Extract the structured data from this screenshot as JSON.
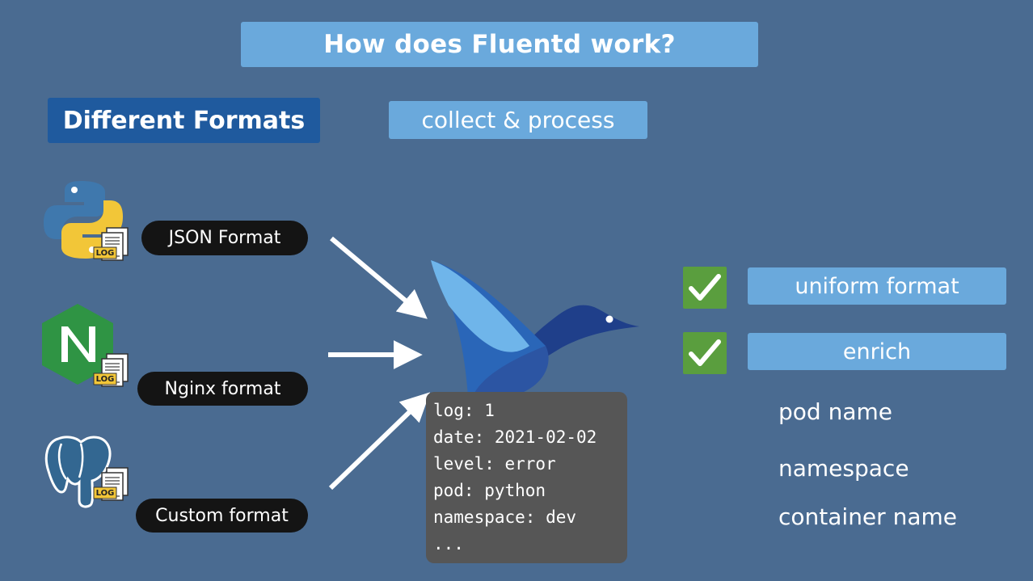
{
  "header": {
    "title": "How does Fluentd work?"
  },
  "left": {
    "heading": "Different Formats",
    "sources": [
      {
        "icon": "python-log-icon",
        "label": "JSON Format"
      },
      {
        "icon": "nginx-log-icon",
        "label": "Nginx format"
      },
      {
        "icon": "postgresql-log-icon",
        "label": "Custom format"
      }
    ],
    "log_badge": "LOG"
  },
  "center": {
    "action": "collect & process",
    "logo_icon": "fluentd-bird-icon",
    "log_record": [
      "log: 1",
      "date: 2021-02-02",
      "level: error",
      "pod: python",
      "namespace: dev",
      "..."
    ]
  },
  "right": {
    "results": [
      {
        "icon": "checkmark-icon",
        "label": "uniform format"
      },
      {
        "icon": "checkmark-icon",
        "label": "enrich"
      }
    ],
    "enrich_fields": [
      "pod name",
      "namespace",
      "container name"
    ]
  },
  "colors": {
    "background": "#4a6b91",
    "accent_light": "#6aa9dc",
    "accent_dark": "#1f5a9e",
    "check_green": "#5a9e3e",
    "pill_black": "#141414",
    "card_gray": "#565656"
  }
}
